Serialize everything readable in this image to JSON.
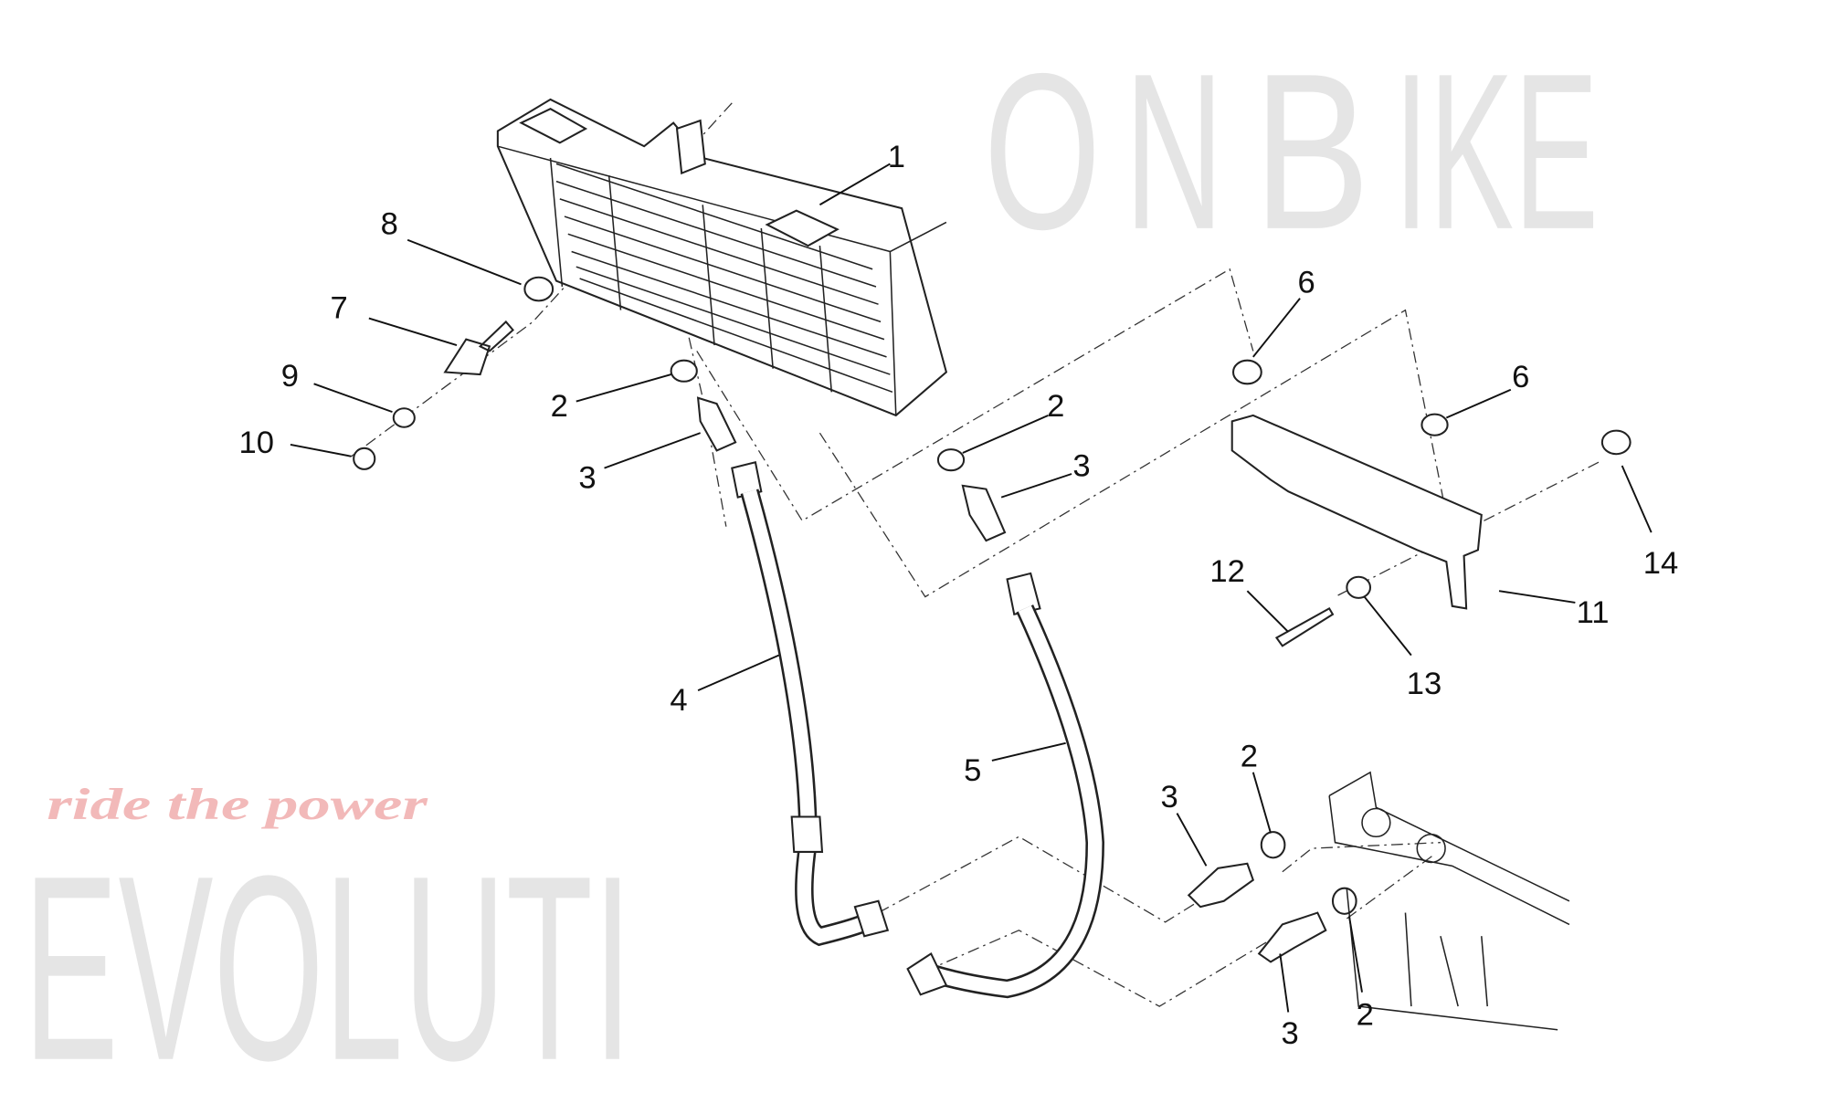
{
  "diagram": {
    "title": "Oil cooler exploded parts diagram",
    "callouts": [
      {
        "label": "1"
      },
      {
        "label": "8"
      },
      {
        "label": "7"
      },
      {
        "label": "9"
      },
      {
        "label": "10"
      },
      {
        "label": "2"
      },
      {
        "label": "3"
      },
      {
        "label": "4"
      },
      {
        "label": "5"
      },
      {
        "label": "2"
      },
      {
        "label": "3"
      },
      {
        "label": "6"
      },
      {
        "label": "6"
      },
      {
        "label": "14"
      },
      {
        "label": "11"
      },
      {
        "label": "12"
      },
      {
        "label": "13"
      },
      {
        "label": "3"
      },
      {
        "label": "2"
      },
      {
        "label": "3"
      },
      {
        "label": "2"
      }
    ]
  },
  "watermark": {
    "brand_word1": "EVOLUTI",
    "brand_big_o": "O",
    "brand_n": "N",
    "brand_big_b": "B",
    "brand_word2": "IKE",
    "slogan": "ride the power"
  }
}
